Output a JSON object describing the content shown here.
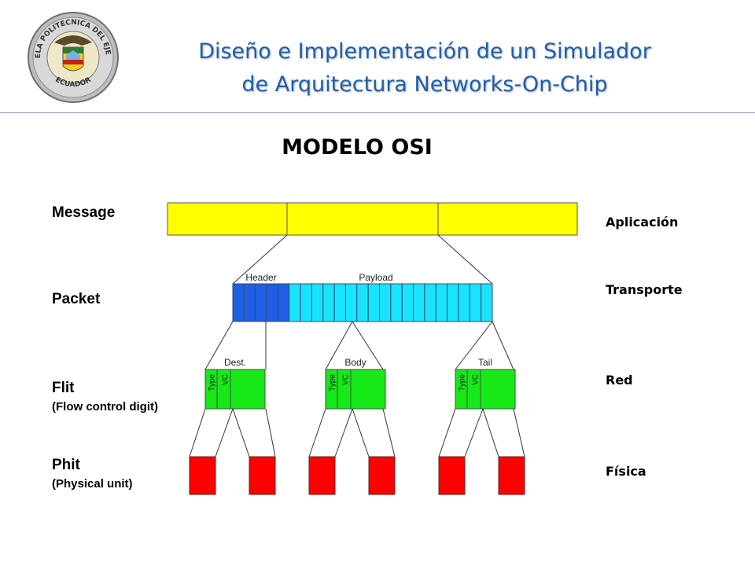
{
  "header": {
    "title_line1": "Diseño e Implementación de un Simulador",
    "title_line2": "de Arquitectura Networks-On-Chip",
    "seal_text_top": "ESCUELA POLITECNICA DEL EJERCITO",
    "seal_text_bottom": "ECUADOR"
  },
  "subtitle": "MODELO OSI",
  "diagram": {
    "levels": [
      {
        "title": "Message",
        "subtitle": ""
      },
      {
        "title": "Packet",
        "subtitle": ""
      },
      {
        "title": "Flit",
        "subtitle": "(Flow control digit)"
      },
      {
        "title": "Phit",
        "subtitle": "(Physical unit)"
      }
    ],
    "packet_labels": {
      "header": "Header",
      "payload": "Payload"
    },
    "flits": [
      {
        "label": "Dest.",
        "type": "Type",
        "vc": "VC"
      },
      {
        "label": "Body",
        "type": "Type",
        "vc": "VC"
      },
      {
        "label": "Tail",
        "type": "Type",
        "vc": "VC"
      }
    ],
    "colors": {
      "message": "#ffff00",
      "header": "#1f5fe6",
      "payload": "#19e4ff",
      "flit": "#17e818",
      "phit": "#ff0000"
    }
  },
  "osi_layers": [
    "Aplicación",
    "Transporte",
    "Red",
    "Física"
  ]
}
